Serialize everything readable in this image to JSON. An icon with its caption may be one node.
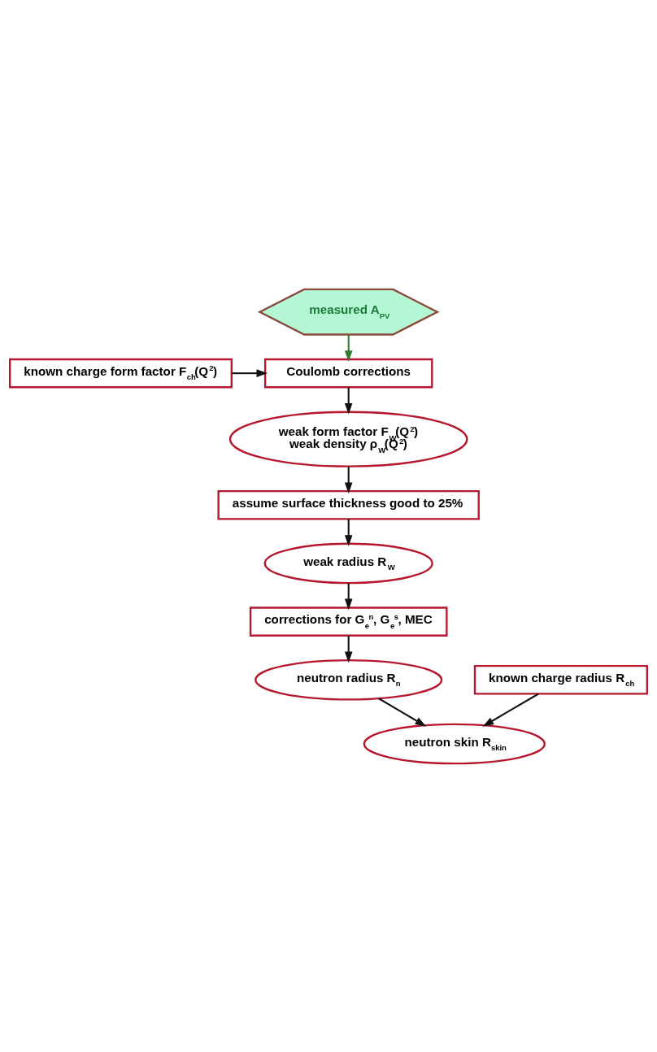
{
  "diagram": {
    "nodes": [
      {
        "text": [
          "measured A$_{PV}$"
        ]
      },
      {
        "text": [
          "Coulomb corrections"
        ]
      },
      {
        "text": [
          "known charge form factor F$_{ch}$(Q$^{2}$)"
        ]
      },
      {
        "text": [
          "weak form factor F$_{W}$(Q$^{2}$)",
          "weak density ρ$_{W}$(Q$^{2}$)"
        ]
      },
      {
        "text": [
          "assume surface thickness good to 25%"
        ]
      },
      {
        "text": [
          "weak radius R$_{W}$"
        ]
      },
      {
        "text": [
          "corrections for G$_{e}$$^{n}$, G$_{e}$$^{s}$, MEC"
        ]
      },
      {
        "text": [
          "neutron radius R$_{n}$"
        ]
      },
      {
        "text": [
          "known charge radius R$_{ch}$"
        ]
      },
      {
        "text": [
          "neutron skin R$_{skin}$"
        ]
      }
    ],
    "edges": [
      {
        "from": 0,
        "to": 1,
        "arrow": "to",
        "color": "#2e7d32"
      },
      {
        "from": 2,
        "to": 1,
        "arrow": "to"
      },
      {
        "from": 1,
        "to": 3,
        "arrow": "to"
      },
      {
        "from": 3,
        "to": 4,
        "arrow": "to"
      },
      {
        "from": 4,
        "to": 5,
        "arrow": "to"
      },
      {
        "from": 5,
        "to": 6,
        "arrow": "to"
      },
      {
        "from": 6,
        "to": 7,
        "arrow": "to"
      },
      {
        "from": 7,
        "to": 9,
        "arrow": "to"
      },
      {
        "from": 8,
        "to": 9,
        "arrow": "to"
      }
    ]
  }
}
